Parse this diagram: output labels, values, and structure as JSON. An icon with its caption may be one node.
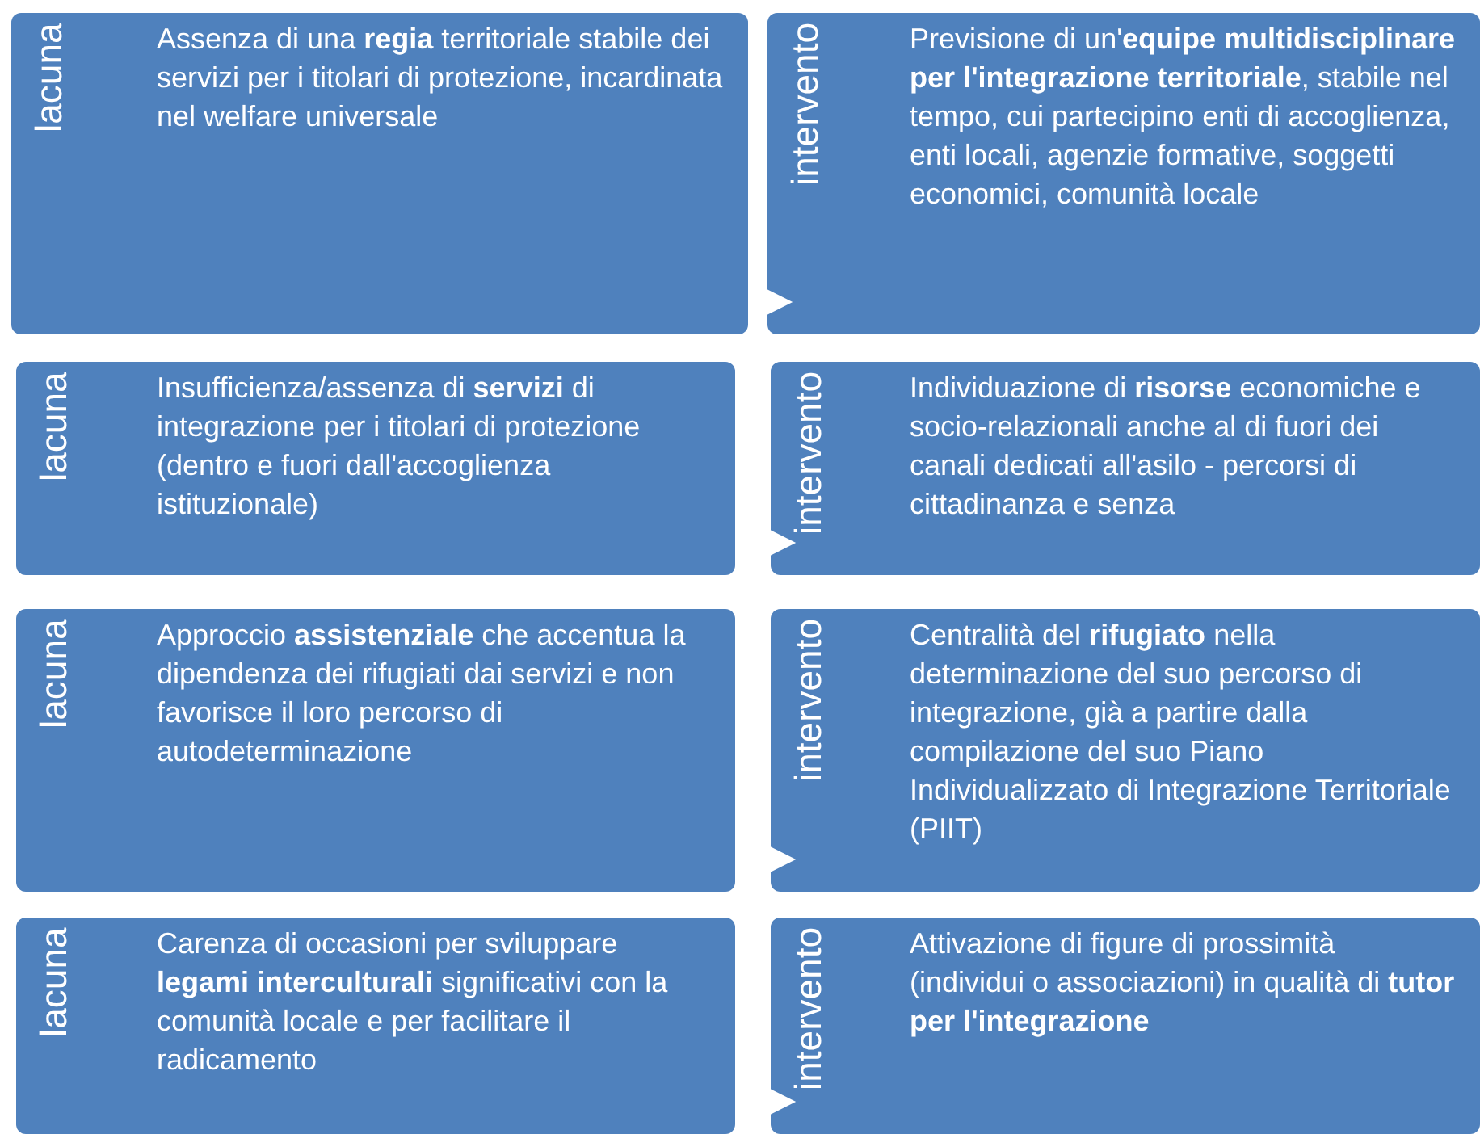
{
  "diagram": {
    "nodes": [
      {
        "text": [
          "lacuna",
          "Assenza di una **regia** territoriale stabile dei servizi per i titolari di protezione, incardinata nel welfare universale"
        ]
      },
      {
        "text": [
          "intervento",
          "Previsione di un'**equipe multidisciplinare per l'integrazione territoriale**, stabile nel tempo, cui partecipino enti di accoglienza, enti locali, agenzie formative, soggetti economici, comunità locale"
        ]
      },
      {
        "text": [
          "lacuna",
          "Insufficienza/assenza di **servizi** di integrazione per i titolari di protezione (dentro e fuori dall'accoglienza istituzionale)"
        ]
      },
      {
        "text": [
          "intervento",
          "Individuazione di **risorse** economiche e socio-relazionali anche al di fuori dei canali dedicati all'asilo - percorsi di cittadinanza e senza"
        ]
      },
      {
        "text": [
          "lacuna",
          "Approccio **assistenziale** che accentua la dipendenza dei rifugiati dai servizi e non favorisce il loro percorso di autodeterminazione"
        ]
      },
      {
        "text": [
          "intervento",
          "Centralità del **rifugiato** nella determinazione del suo percorso di integrazione, già a partire dalla compilazione del suo Piano Individualizzato di Integrazione Territoriale (PIIT)"
        ]
      },
      {
        "text": [
          "lacuna",
          "Carenza di occasioni per sviluppare **legami interculturali** significativi con la comunità locale e per facilitare il radicamento"
        ]
      },
      {
        "text": [
          "intervento",
          "Attivazione di figure di prossimità (individui o associazioni) in qualità di **tutor per l'integrazione**"
        ]
      }
    ],
    "edges": [
      {
        "from": 0,
        "to": 1,
        "arrow": "to"
      },
      {
        "from": 2,
        "to": 3,
        "arrow": "to"
      },
      {
        "from": 4,
        "to": 5,
        "arrow": "to"
      },
      {
        "from": 6,
        "to": 7,
        "arrow": "to"
      }
    ]
  }
}
